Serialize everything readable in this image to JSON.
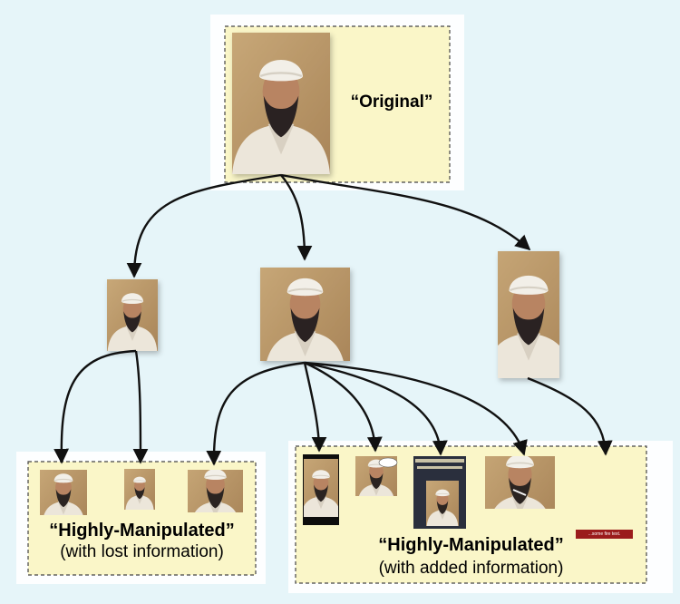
{
  "original": {
    "label": "“Original”"
  },
  "lost_group": {
    "title": "“Highly-Manipulated”",
    "subtitle": "(with lost information)"
  },
  "added_group": {
    "title": "“Highly-Manipulated”",
    "subtitle": "(with added information)",
    "banner_text": "...some fire text."
  },
  "colors": {
    "background": "#e6f5f9",
    "box_fill": "#faf6c8",
    "box_border": "#444444",
    "arrow": "#111111",
    "banner": "#9b1c1c"
  }
}
